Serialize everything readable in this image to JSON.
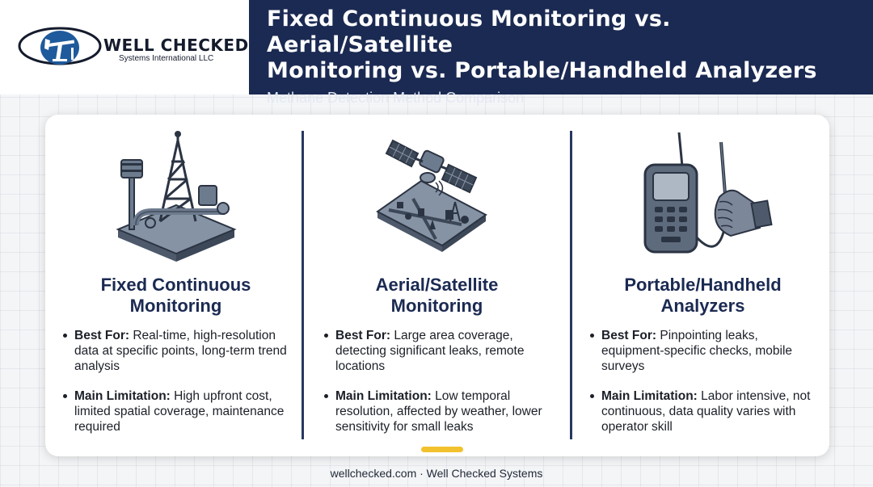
{
  "brand": {
    "name": "WELL CHECKED",
    "subtitle": "Systems International LLC"
  },
  "header": {
    "title_line1": "Fixed Continuous Monitoring vs. Aerial/Satellite",
    "title_line2": "Monitoring vs. Portable/Handheld Analyzers",
    "subtitle": "Methane Detection Method Comparison"
  },
  "columns": [
    {
      "icon": "oil-rig-icon",
      "title_line1": "Fixed Continuous",
      "title_line2": "Monitoring",
      "best_label": "Best For:",
      "best_text": "Real-time, high-resolution data at specific points, long-term trend analysis",
      "limit_label": "Main Limitation:",
      "limit_text": "High upfront cost, limited spatial coverage, maintenance required"
    },
    {
      "icon": "satellite-icon",
      "title_line1": "Aerial/Satellite",
      "title_line2": "Monitoring",
      "best_label": "Best For:",
      "best_text": "Large area coverage, detecting significant leaks, remote locations",
      "limit_label": "Main Limitation:",
      "limit_text": "Low temporal resolution, affected by weather, lower sensitivity for small leaks"
    },
    {
      "icon": "handheld-analyzer-icon",
      "title_line1": "Portable/Handheld",
      "title_line2": "Analyzers",
      "best_label": "Best For:",
      "best_text": "Pinpointing leaks, equipment-specific checks, mobile surveys",
      "limit_label": "Main Limitation:",
      "limit_text": "Labor intensive, not continuous, data quality varies with operator skill"
    }
  ],
  "footer": {
    "text": "wellchecked.com · Well Checked Systems"
  },
  "colors": {
    "navy": "#1b2a52",
    "accent": "#f2c12e",
    "icon_steel": "#5e6b7d"
  }
}
